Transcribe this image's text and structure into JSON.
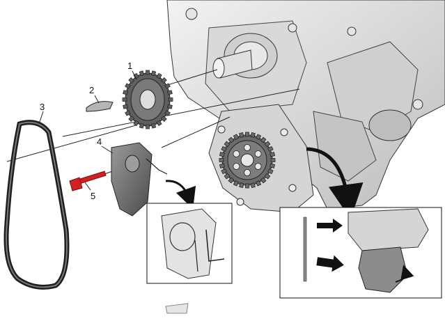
{
  "callouts": [
    {
      "id": "1",
      "label": "1"
    },
    {
      "id": "2",
      "label": "2"
    },
    {
      "id": "3",
      "label": "3"
    },
    {
      "id": "4",
      "label": "4"
    },
    {
      "id": "5",
      "label": "5"
    }
  ],
  "colors": {
    "metal_light": "#e6e6e6",
    "metal_mid": "#c8c8c8",
    "metal_dark": "#8e8e8e",
    "outline": "#2b2b2b",
    "gear_dark": "#5a5a5a",
    "bolt": "#d21f1f",
    "arrow": "#111111"
  },
  "icons": [
    "sprocket-icon",
    "key-icon",
    "belt-icon",
    "cover-icon",
    "bolt-icon",
    "arrow-icon"
  ]
}
